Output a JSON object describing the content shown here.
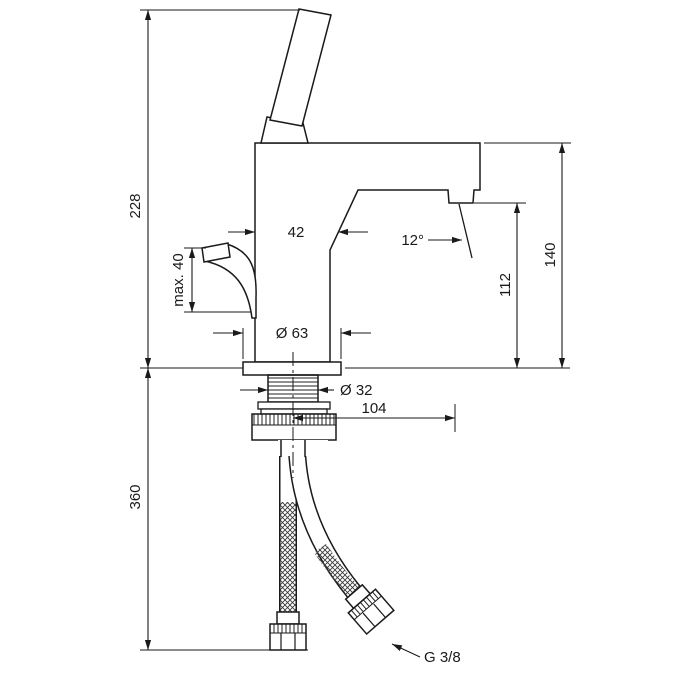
{
  "drawing": {
    "type": "technical-dimension-drawing",
    "subject": "single-lever basin mixer faucet, side elevation with mounting hardware and supply hoses",
    "background_color": "#ffffff",
    "line_color": "#1a1a1a",
    "dimensions": {
      "total_height": "228",
      "max_mounting_thickness": "max. 40",
      "body_width": "42",
      "spray_angle": "12°",
      "spout_height": "112",
      "height_to_spout_top": "140",
      "base_diameter": "Ø 63",
      "shank_diameter": "Ø 32",
      "spout_reach": "104",
      "hose_length": "360",
      "connection_thread": "G 3/8"
    }
  }
}
